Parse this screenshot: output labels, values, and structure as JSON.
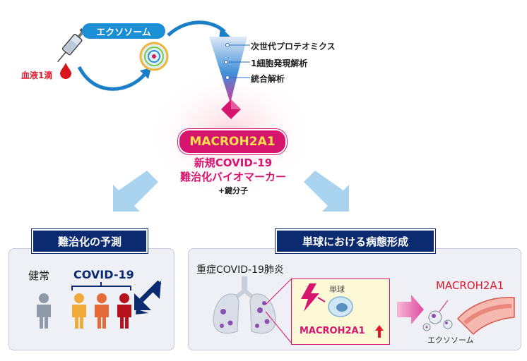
{
  "top": {
    "exosome_label": "エクソソーム",
    "blood_label": "血液1滴",
    "pipeline": [
      "次世代プロテオミクス",
      "1細胞発現解析",
      "統合解析"
    ]
  },
  "center": {
    "protein_label": "MACROH2A1",
    "biomarker_line1": "新規COVID-19",
    "biomarker_line2": "難治化バイオマーカー",
    "key_molecule": "+鍵分子"
  },
  "left_panel": {
    "title": "難治化の予測",
    "healthy_label": "健常",
    "covid_label": "COVID-19"
  },
  "right_panel": {
    "title": "単球における病態形成",
    "pneumonia_label": "重症COVID-19肺炎",
    "monocyte_label": "単球",
    "inset_protein": "MACROH2A1",
    "protein_label": "MACROH2A1",
    "exosome_label": "エクソソーム"
  },
  "colors": {
    "blue": "#1a8fd6",
    "magenta": "#d6156e",
    "navy": "#0b2a6f",
    "red": "#e0182c",
    "light_blue_arrow": "#a9d3ee",
    "panel_bg": "#eff0f6"
  }
}
